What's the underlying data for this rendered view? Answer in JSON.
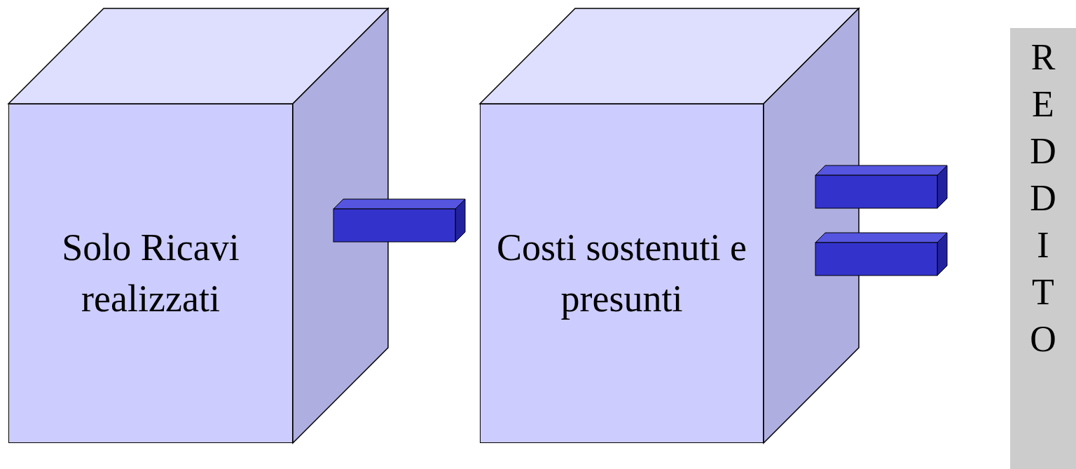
{
  "diagram": {
    "nodes": [
      {
        "text": [
          "Solo Ricavi realizzati"
        ]
      },
      {
        "text": [
          "Costi sostenuti e presunti"
        ]
      },
      {
        "text": [
          "REDDITO"
        ]
      }
    ]
  }
}
